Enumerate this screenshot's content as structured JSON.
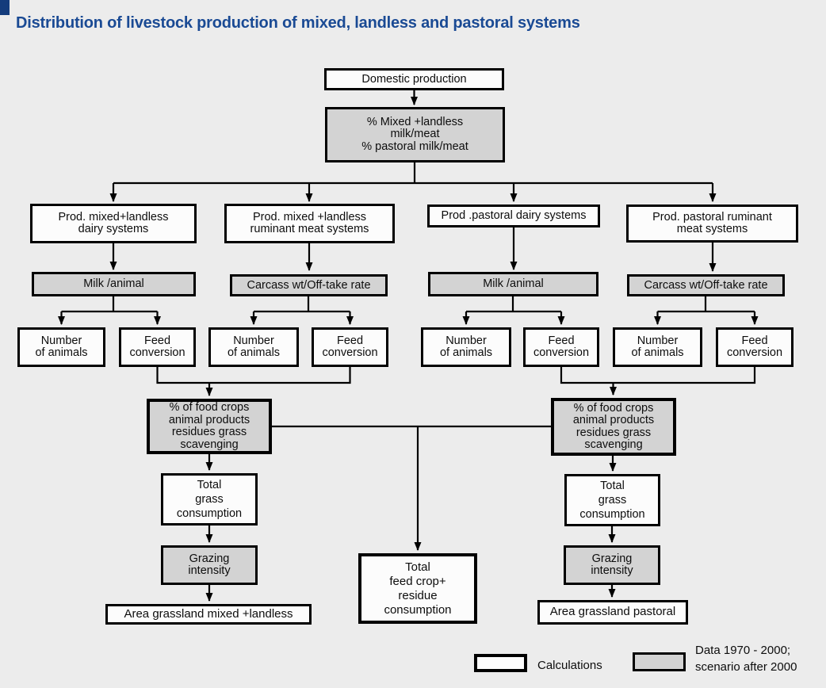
{
  "title": "Distribution of livestock production of mixed, landless and pastoral systems",
  "colors": {
    "background": "#ececec",
    "title_blue": "#1a4a94",
    "corner_accent_blue": "#143c7c",
    "calculation_box_fill": "#fcfcfc",
    "data_box_fill": "#d3d3d3",
    "line_color": "#000000"
  },
  "nodes": {
    "domestic_production": {
      "label": "Domestic production",
      "type": "calculation"
    },
    "pct_mixed_pastoral": {
      "label": "% Mixed +landless\nmilk/meat\n% pastoral milk/meat",
      "type": "data"
    },
    "prod_mixed_dairy": {
      "label": "Prod. mixed+landless\ndairy systems",
      "type": "calculation"
    },
    "prod_mixed_meat": {
      "label": "Prod. mixed +landless\nruminant meat systems",
      "type": "calculation"
    },
    "prod_pastoral_dairy": {
      "label": "Prod .pastoral dairy systems",
      "type": "calculation"
    },
    "prod_pastoral_meat": {
      "label": "Prod. pastoral ruminant\nmeat systems",
      "type": "calculation"
    },
    "milk_per_animal_left": {
      "label": "Milk /animal",
      "type": "data"
    },
    "carcass_offtake_left": {
      "label": "Carcass wt/Off-take rate",
      "type": "data"
    },
    "milk_per_animal_right": {
      "label": "Milk /animal",
      "type": "data"
    },
    "carcass_offtake_right": {
      "label": "Carcass wt/Off-take rate",
      "type": "data"
    },
    "number_of_animals": {
      "label": "Number\nof animals",
      "type": "calculation"
    },
    "feed_conversion": {
      "label": "Feed\nconversion",
      "type": "calculation"
    },
    "pct_food_crops_left": {
      "label": "% of food crops\nanimal products\nresidues grass\nscavenging",
      "type": "data"
    },
    "pct_food_crops_right": {
      "label": "% of food crops\nanimal products\nresidues grass\nscavenging",
      "type": "data"
    },
    "total_grass_left": {
      "label": "Total\ngrass\nconsumption",
      "type": "calculation"
    },
    "total_grass_right": {
      "label": "Total\ngrass\nconsumption",
      "type": "calculation"
    },
    "grazing_intensity_left": {
      "label": "Grazing\nintensity",
      "type": "data"
    },
    "grazing_intensity_right": {
      "label": "Grazing\nintensity",
      "type": "data"
    },
    "area_grassland_mixed": {
      "label": "Area grassland mixed +landless",
      "type": "calculation"
    },
    "area_grassland_pastoral": {
      "label": "Area grassland pastoral",
      "type": "calculation"
    },
    "total_feed_crop": {
      "label": "Total\nfeed crop+\nresidue\nconsumption",
      "type": "calculation"
    }
  },
  "legend": {
    "calculations_label": "Calculations",
    "data_label": "Data 1970 - 2000;\nscenario after 2000"
  }
}
